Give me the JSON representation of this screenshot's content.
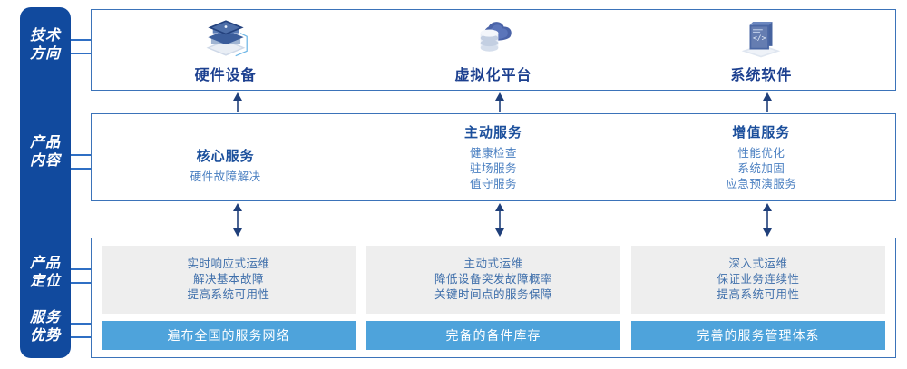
{
  "rail": {
    "items": [
      {
        "name": "technology-direction",
        "lines": [
          "技术",
          "方向"
        ]
      },
      {
        "name": "product-content",
        "lines": [
          "产品",
          "内容"
        ]
      },
      {
        "name": "product-positioning",
        "lines": [
          "产品",
          "定位"
        ]
      },
      {
        "name": "service-advantage",
        "lines": [
          "服务",
          "优势"
        ]
      }
    ]
  },
  "technology": {
    "cells": [
      {
        "icon": "server-stack-icon",
        "title": "硬件设备"
      },
      {
        "icon": "cloud-database-icon",
        "title": "虚拟化平台"
      },
      {
        "icon": "laptop-code-icon",
        "title": "系统软件"
      }
    ]
  },
  "product": {
    "cells": [
      {
        "title": "核心服务",
        "items": [
          "硬件故障解决"
        ]
      },
      {
        "title": "主动服务",
        "items": [
          "健康检查",
          "驻场服务",
          "值守服务"
        ]
      },
      {
        "title": "增值服务",
        "items": [
          "性能优化",
          "系统加固",
          "应急预演服务"
        ]
      }
    ]
  },
  "positioning": {
    "cells": [
      {
        "lines": [
          "实时响应式运维",
          "解决基本故障",
          "提高系统可用性"
        ]
      },
      {
        "lines": [
          "主动式运维",
          "降低设备突发故障概率",
          "关键时间点的服务保障"
        ]
      },
      {
        "lines": [
          "深入式运维",
          "保证业务连续性",
          "提高系统可用性"
        ]
      }
    ]
  },
  "advantages": {
    "cells": [
      "遍布全国的服务网络",
      "完备的备件库存",
      "完善的服务管理体系"
    ]
  },
  "colors": {
    "rail": "#114a9e",
    "box_border": "#3b73b9",
    "title": "#1b3f8f",
    "body_text": "#4a7fc1",
    "gray_panel": "#eeeeee",
    "accent_bar": "#4ea3db",
    "arrow": "#1f3f7a"
  }
}
